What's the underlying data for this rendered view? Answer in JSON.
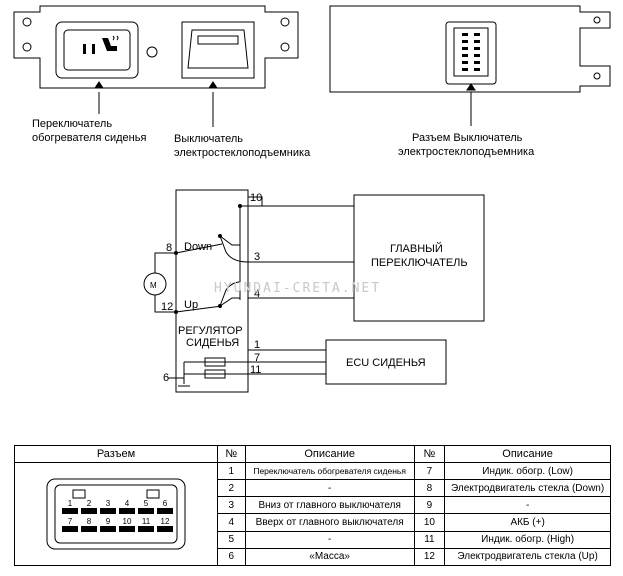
{
  "labels": {
    "seat_heater_switch": [
      "Переключатель",
      "обогревателя сиденья"
    ],
    "window_switch": [
      "Выключатель",
      "электростеклоподъемника"
    ],
    "connector": [
      "Разъем Выключатель",
      "электростеклоподъемника"
    ]
  },
  "schematic": {
    "pins": {
      "p10": "10",
      "p8": "8",
      "p3": "3",
      "p4": "4",
      "p12": "12",
      "p1": "1",
      "p7": "7",
      "p11": "11",
      "p6": "6"
    },
    "down": "Down",
    "up": "Up",
    "motor": "M",
    "main_switch": [
      "ГЛАВНЫЙ",
      "ПЕРЕКЛЮЧАТЕЛЬ"
    ],
    "regulator": [
      "РЕГУЛЯТОР",
      "СИДЕНЬЯ"
    ],
    "ecu": "ECU СИДЕНЬЯ",
    "watermark": "HYUNDAI-CRETA.NET"
  },
  "table": {
    "headers": {
      "connector": "Разъем",
      "num1": "№",
      "desc1": "Описание",
      "num2": "№",
      "desc2": "Описание"
    },
    "pin_numbers_top": [
      "1",
      "2",
      "3",
      "4",
      "5",
      "6"
    ],
    "pin_numbers_bottom": [
      "7",
      "8",
      "9",
      "10",
      "11",
      "12"
    ],
    "rows": [
      {
        "n1": "1",
        "d1": "Переключатель обогревателя сиденья",
        "n2": "7",
        "d2": "Индик. обогр. (Low)"
      },
      {
        "n1": "2",
        "d1": "-",
        "n2": "8",
        "d2": "Электродвигатель стекла (Down)"
      },
      {
        "n1": "3",
        "d1": "Вниз от главного выключателя",
        "n2": "9",
        "d2": "-"
      },
      {
        "n1": "4",
        "d1": "Вверх от главного выключателя",
        "n2": "10",
        "d2": "АКБ (+)"
      },
      {
        "n1": "5",
        "d1": "-",
        "n2": "11",
        "d2": "Индик. обогр. (High)"
      },
      {
        "n1": "6",
        "d1": "«Масса»",
        "n2": "12",
        "d2": "Электродвигатель стекла (Up)"
      }
    ]
  }
}
